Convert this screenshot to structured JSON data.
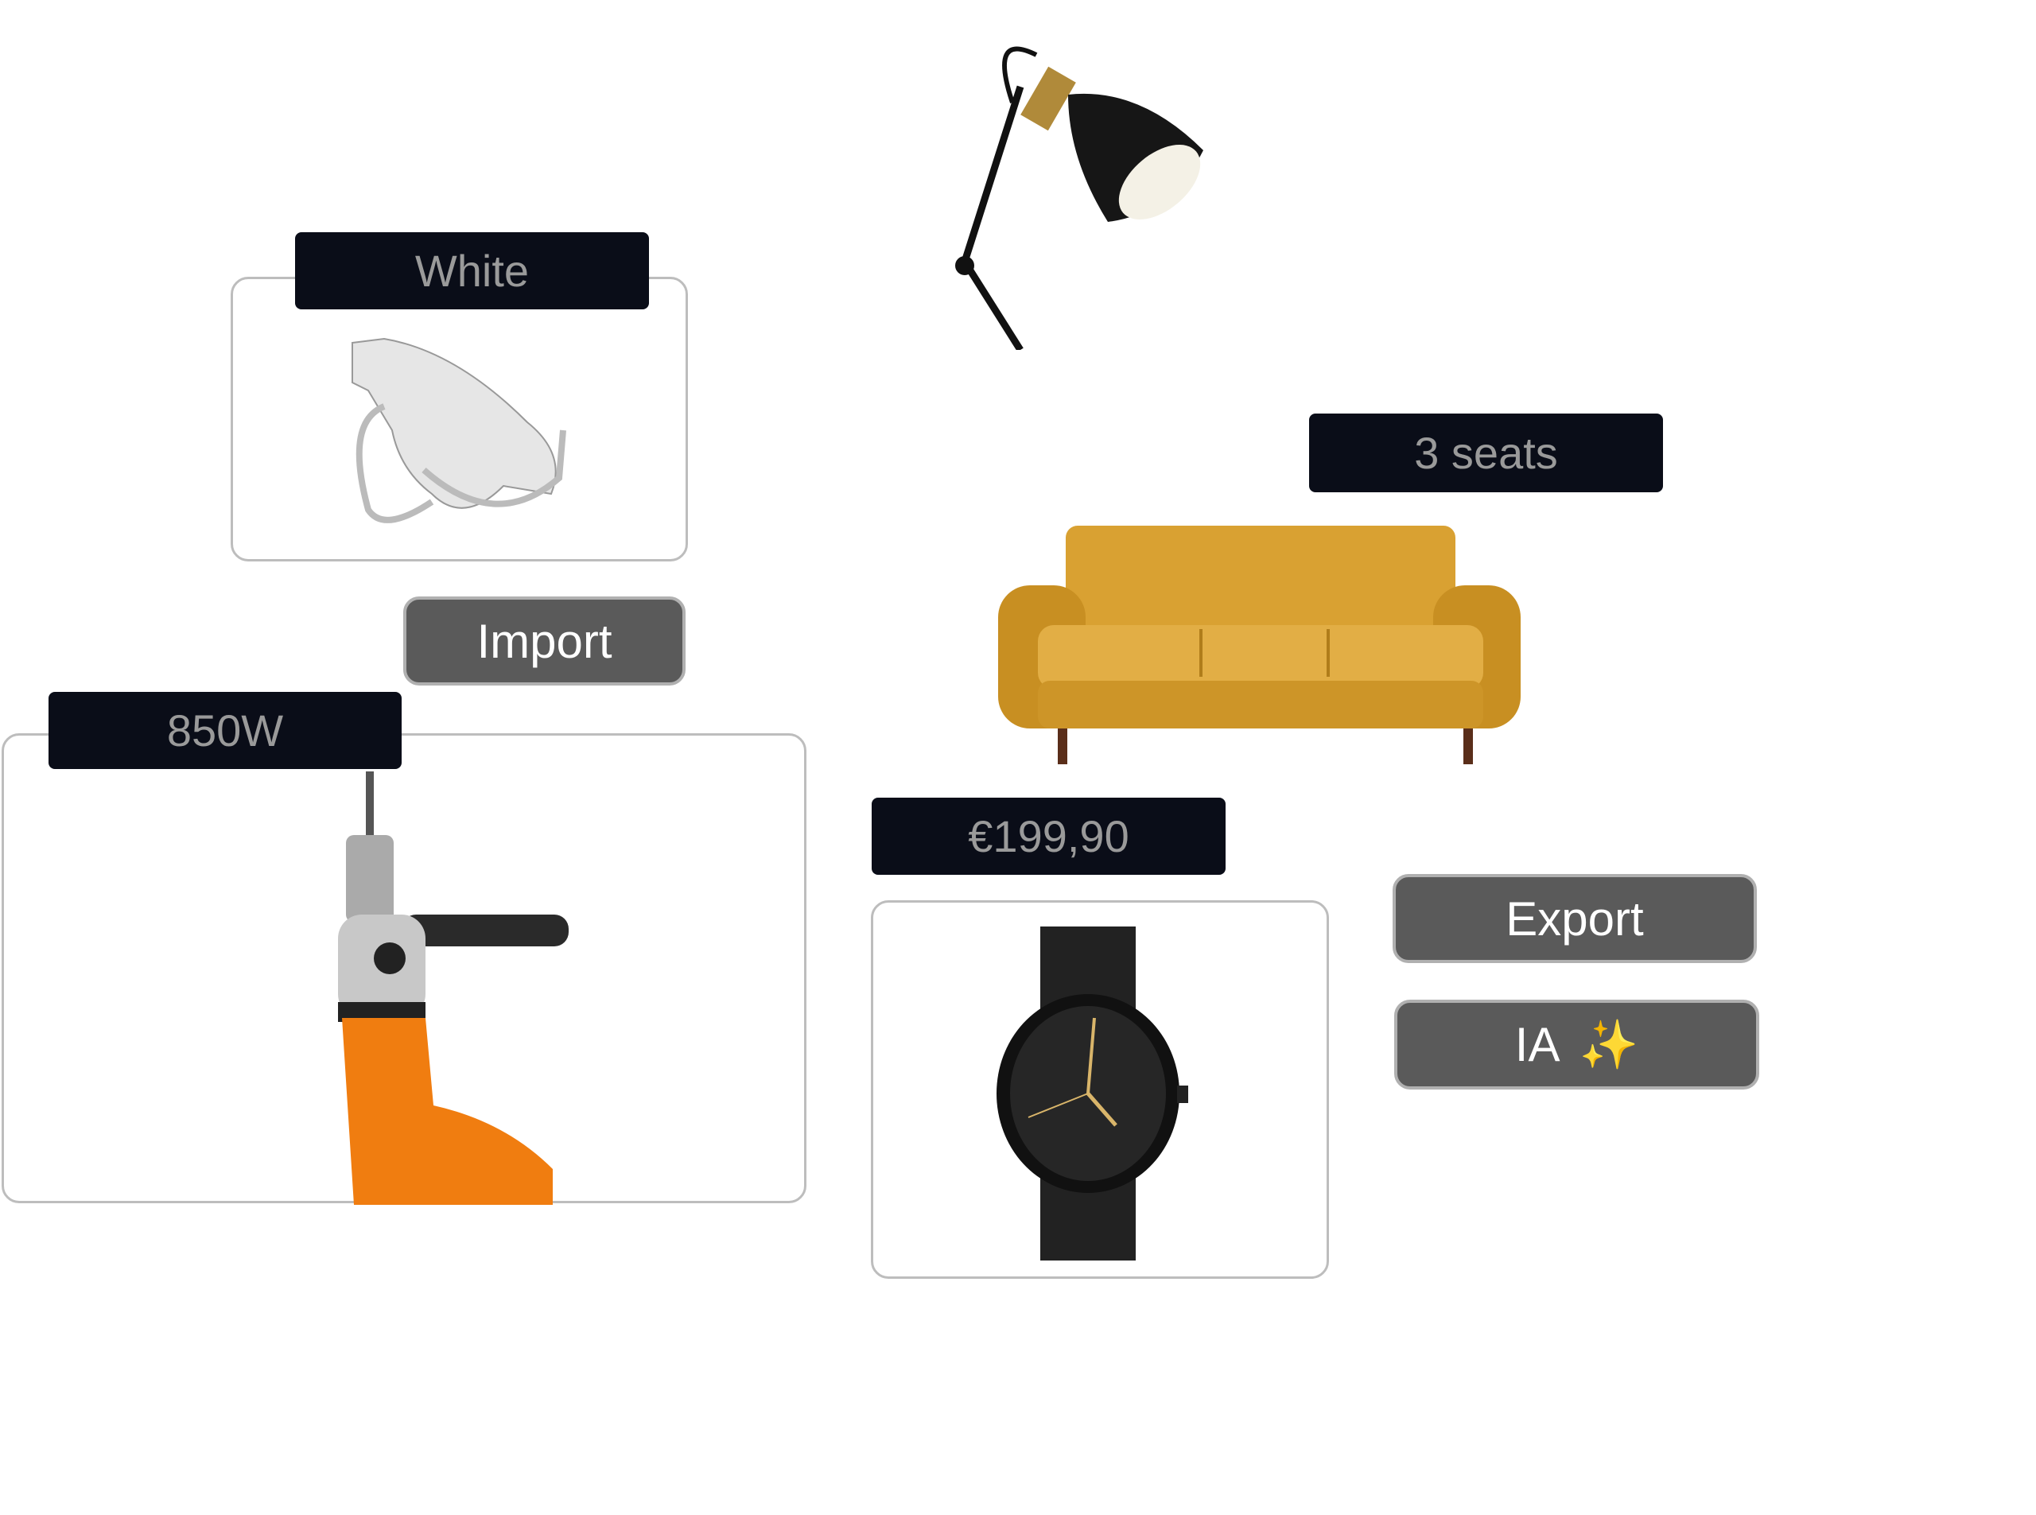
{
  "products": {
    "shoe": {
      "tag": "White",
      "icon": "sneaker-image"
    },
    "drill": {
      "tag": "850W",
      "icon": "drill-image"
    },
    "lamp": {
      "icon": "desk-lamp-image"
    },
    "sofa": {
      "tag": "3 seats",
      "icon": "sofa-image"
    },
    "watch": {
      "tag": "€199,90",
      "icon": "wristwatch-image"
    }
  },
  "buttons": {
    "import": "Import",
    "export": "Export",
    "ia": "IA",
    "ia_icon": "✨"
  },
  "colors": {
    "tag_bg": "#0a0d18",
    "button_bg": "#5a5a5a",
    "sofa": "#d9a132",
    "drill": "#f07d10"
  }
}
